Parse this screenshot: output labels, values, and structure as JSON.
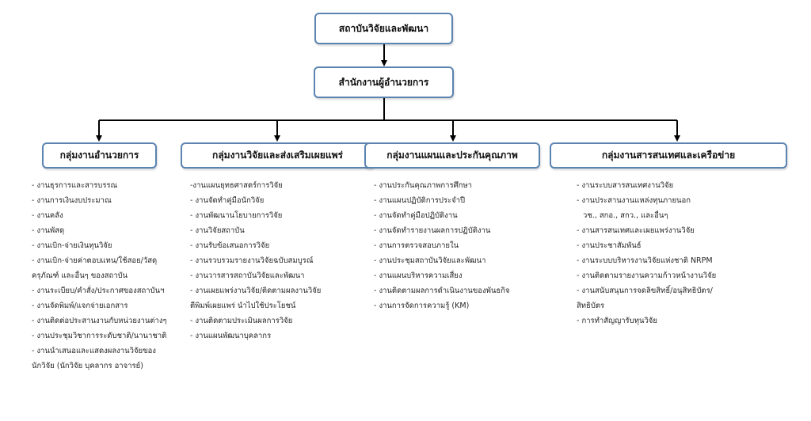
{
  "top": "สถาบันวิจัยและพัฒนา",
  "director_office": "สำนักงานผู้อำนวยการ",
  "groups": [
    {
      "title": "กลุ่มงานอำนวยการ",
      "items": [
        "- งานธุรการและสารบรรณ",
        "- งานการเงินงบประมาณ",
        "- งานคลัง",
        "- งานพัสดุ",
        "- งานเบิก-จ่ายเงินทุนวิจัย",
        "- งานเบิก-จ่ายค่าตอบแทน/ใช้สอย/วัสดุ",
        "ครุภัณฑ์ และอื่นๆ ของสถาบัน",
        "- งานระเบียบ/คำสั่ง/ประกาศของสถาบันฯ",
        "- งานจัดพิมพ์/แจกจ่ายเอกสาร",
        "- งานติดต่อประสานงานกับหน่วยงานต่างๆ",
        "- งานประชุมวิชาการระดับชาติ/นานาชาติ",
        "- งานนำเสนอและแสดงผลงานวิจัยของ",
        "นักวิจัย (นักวิจัย บุคลากร อาจารย์)"
      ]
    },
    {
      "title": "กลุ่มงานวิจัยและส่งเสริมเผยแพร่",
      "items": [
        "-งานแผนยุทธศาสตร์การวิจัย",
        "- งานจัดทำคู่มือนักวิจัย",
        "- งานพัฒนานโยบายการวิจัย",
        "- งานวิจัยสถาบัน",
        "- งานรับข้อเสนอการวิจัย",
        "- งานรวบรวมรายงานวิจัยฉบับสมบูรณ์",
        "- งานวารสารสถาบันวิจัยและพัฒนา",
        "- งานเผยแพร่งานวิจัย/ติดตามผลงานวิจัย",
        "ตีพิมพ์เผยแพร่ นำไปใช้ประโยชน์",
        "- งานติดตามประเมินผลการวิจัย",
        "- งานแผนพัฒนาบุคลากร"
      ]
    },
    {
      "title": "กลุ่มงานแผนและประกันคุณภาพ",
      "items": [
        "- งานประกันคุณภาพการศึกษา",
        "- งานแผนปฏิบัติการประจำปี",
        "- งานจัดทำคู่มือปฏิบัติงาน",
        "- งานจัดทำรายงานผลการปฏิบัติงาน",
        "- งานการตรวจสอบภายใน",
        "- งานประชุมสถาบันวิจัยและพัฒนา",
        "- งานแผนบริหารความเสี่ยง",
        "- งานติดตามผลการดำเนินงานของพันธกิจ",
        "- งานการจัดการความรู้ (KM)"
      ]
    },
    {
      "title": "กลุ่มงานสารสนเทศและเครือข่าย",
      "items": [
        "- งานระบบสารสนเทศงานวิจัย",
        "- งานประสานงานแหล่งทุนภายนอก",
        "วช., สกอ., สกว., และอื่นๆ",
        "- งานสารสนเทศและเผยแพร่งานวิจัย",
        "- งานประชาสัมพันธ์",
        "- งานระบบบริหารงานวิจัยแห่งชาติ NRPM",
        "- งานติดตามรายงานความก้าวหน้างานวิจัย",
        "- งานสนับสนุนการจดลิขสิทธิ์/อนุสิทธิบัตร/",
        "สิทธิบัตร",
        "- การทำสัญญารับทุนวิจัย"
      ]
    }
  ],
  "colors": {
    "box_border": "#5b84b1",
    "connector": "#000000"
  }
}
